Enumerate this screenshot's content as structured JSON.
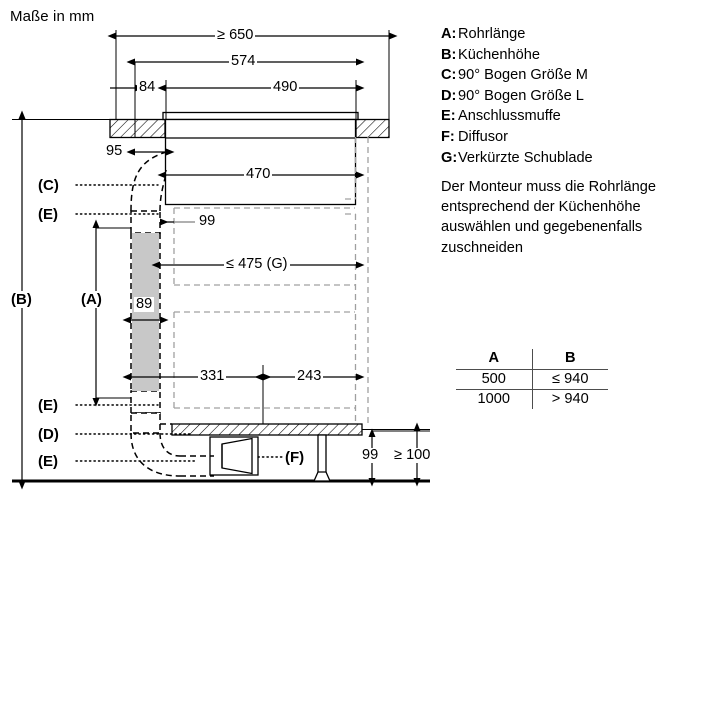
{
  "units_note": "Maße in mm",
  "legend": {
    "items": [
      {
        "key": "A:",
        "value": "Rohrlänge"
      },
      {
        "key": "B:",
        "value": "Küchenhöhe"
      },
      {
        "key": "C:",
        "value": "90° Bogen Größe M"
      },
      {
        "key": "D:",
        "value": "90° Bogen Größe L"
      },
      {
        "key": "E:",
        "value": "Anschlussmuffe"
      },
      {
        "key": "F:",
        "value": "Diffusor"
      },
      {
        "key": "G:",
        "value": "Verkürzte Schublade"
      }
    ]
  },
  "note": {
    "paragraph": "Der Monteur muss die Rohrlänge entsprechend der Küchenhöhe auswählen und gegebenenfalls zuschneiden"
  },
  "ab_table": {
    "headers": [
      "A",
      "B"
    ],
    "rows": [
      [
        "500",
        "≤ 940"
      ],
      [
        "1000",
        "> 940"
      ]
    ]
  },
  "dimensions": {
    "d650": "≥ 650",
    "d574": "574",
    "d84": "84",
    "d490": "490",
    "d95": "95",
    "d470": "470",
    "d99_top": "99",
    "d475g": "≤ 475 (G)",
    "d89": "89",
    "d331": "331",
    "d243": "243",
    "d99_bottom": "99",
    "d100": "≥ 100"
  },
  "callouts": {
    "b": "(B)",
    "a": "(A)",
    "c": "(C)",
    "e1": "(E)",
    "e2": "(E)",
    "d": "(D)",
    "e3": "(E)",
    "f": "(F)"
  },
  "colors": {
    "line": "#000000",
    "dim_line": "#4d4d4d",
    "dashed_light": "#9a9a9a",
    "pipe_fill": "#c8c8c8",
    "background": "#ffffff"
  }
}
